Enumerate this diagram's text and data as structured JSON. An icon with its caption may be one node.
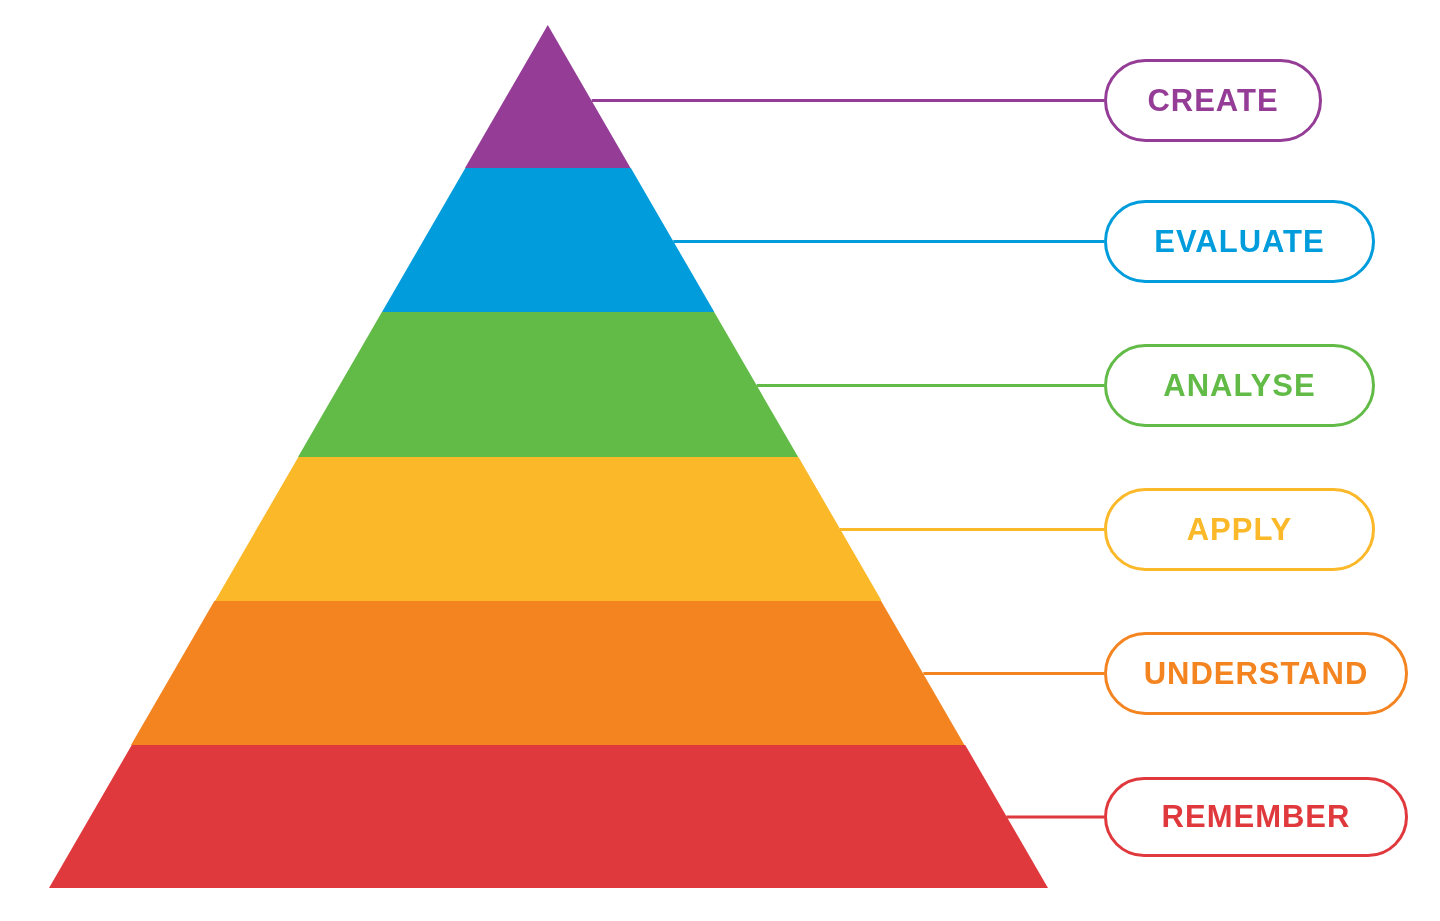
{
  "diagram": {
    "nodes": [
      {
        "text": [],
        "shape": "triangle"
      },
      {
        "text": [],
        "shape": "band"
      },
      {
        "text": [],
        "shape": "band"
      },
      {
        "text": [],
        "shape": "band"
      },
      {
        "text": [],
        "shape": "band"
      },
      {
        "text": [],
        "shape": "band"
      },
      {
        "text": [
          "CREATE"
        ]
      },
      {
        "text": [
          "EVALUATE"
        ]
      },
      {
        "text": [
          "ANALYSE"
        ]
      },
      {
        "text": [
          "APPLY"
        ]
      },
      {
        "text": [
          "UNDERSTAND"
        ]
      },
      {
        "text": [
          "REMEMBER"
        ]
      }
    ],
    "edges": [
      {
        "from": 6,
        "to": 0,
        "arrow": "none",
        "color": "#943c96"
      },
      {
        "from": 7,
        "to": 1,
        "arrow": "none",
        "color": "#009cdc"
      },
      {
        "from": 8,
        "to": 2,
        "arrow": "none",
        "color": "#62bb47"
      },
      {
        "from": 9,
        "to": 3,
        "arrow": "none",
        "color": "#fbb829"
      },
      {
        "from": 10,
        "to": 4,
        "arrow": "none",
        "color": "#f48420"
      },
      {
        "from": 11,
        "to": 5,
        "arrow": "none",
        "color": "#e0393d"
      }
    ]
  }
}
